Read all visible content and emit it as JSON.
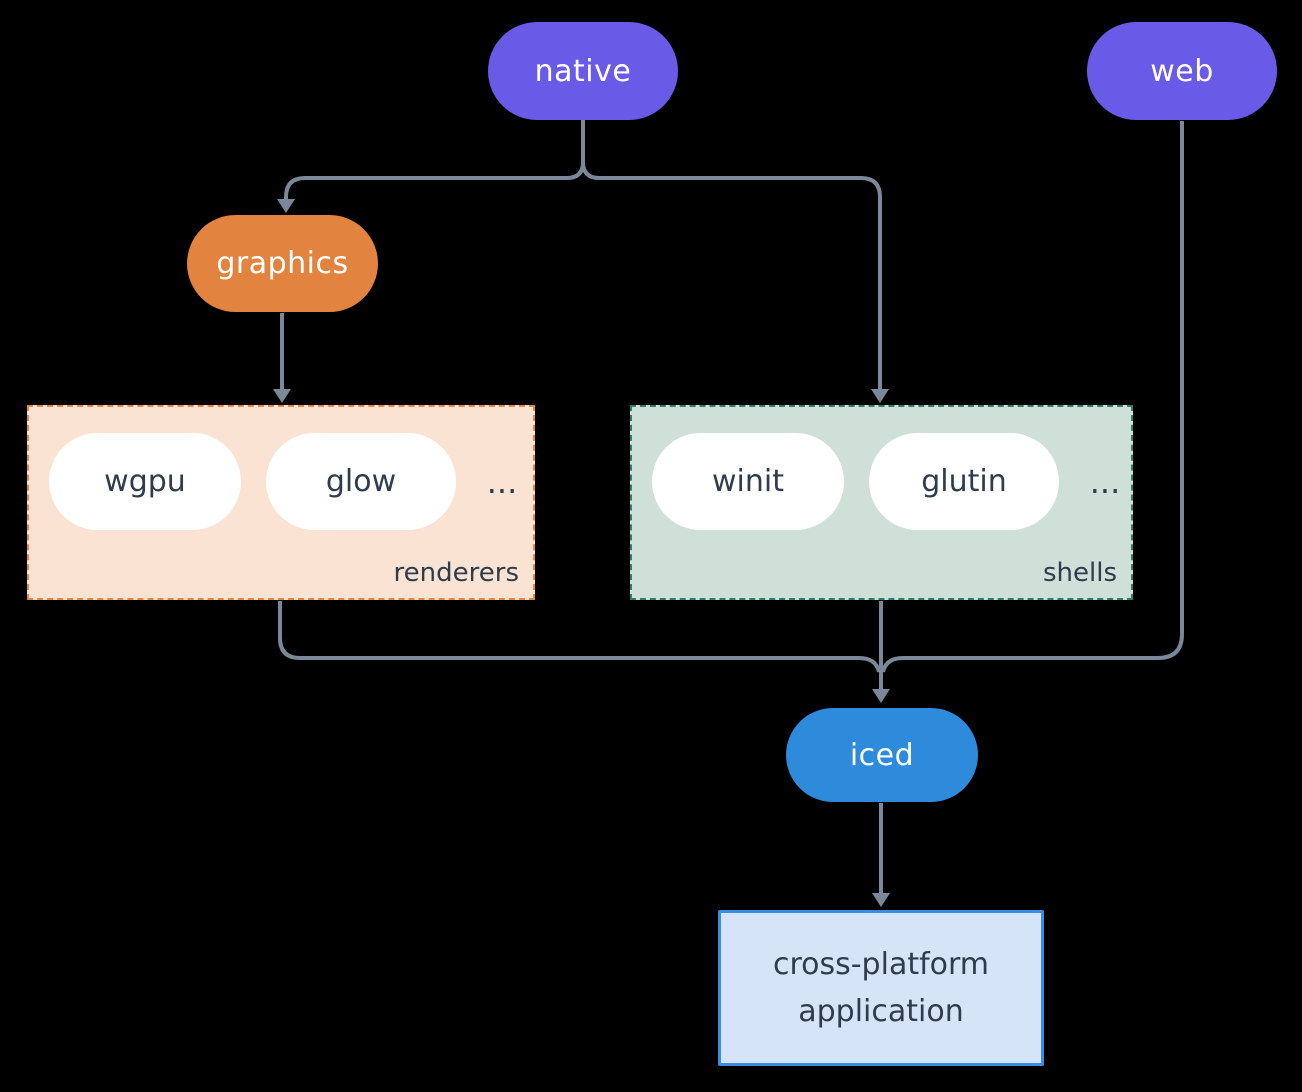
{
  "diagram": {
    "background_color": "#000000",
    "connector_color": "#7b8899",
    "nodes": {
      "native": {
        "label": "native",
        "fill": "#695ae8",
        "text_color": "#ffffff"
      },
      "web": {
        "label": "web",
        "fill": "#695ae8",
        "text_color": "#ffffff"
      },
      "graphics": {
        "label": "graphics",
        "fill": "#e2833f",
        "text_color": "#ffffff"
      },
      "iced": {
        "label": "iced",
        "fill": "#2e8bdb",
        "text_color": "#ffffff"
      },
      "app": {
        "label_line1": "cross-platform",
        "label_line2": "application",
        "fill": "#d5e5f7",
        "border_color": "#3c8de2",
        "text_color": "#2e3c4d"
      }
    },
    "groups": {
      "renderers": {
        "label": "renderers",
        "fill": "#fae3d2",
        "border_color": "#e8863e",
        "items": [
          "wgpu",
          "glow"
        ],
        "ellipsis": "...",
        "item_text_color": "#2e3c4d"
      },
      "shells": {
        "label": "shells",
        "fill": "#cfe0d9",
        "border_color": "#2f7d6b",
        "items": [
          "winit",
          "glutin"
        ],
        "ellipsis": "...",
        "item_text_color": "#2e3c4d"
      }
    },
    "edges": [
      "native -> graphics",
      "native -> shells",
      "graphics -> renderers",
      "renderers -> iced",
      "shells -> iced",
      "web -> iced",
      "iced -> app"
    ]
  }
}
